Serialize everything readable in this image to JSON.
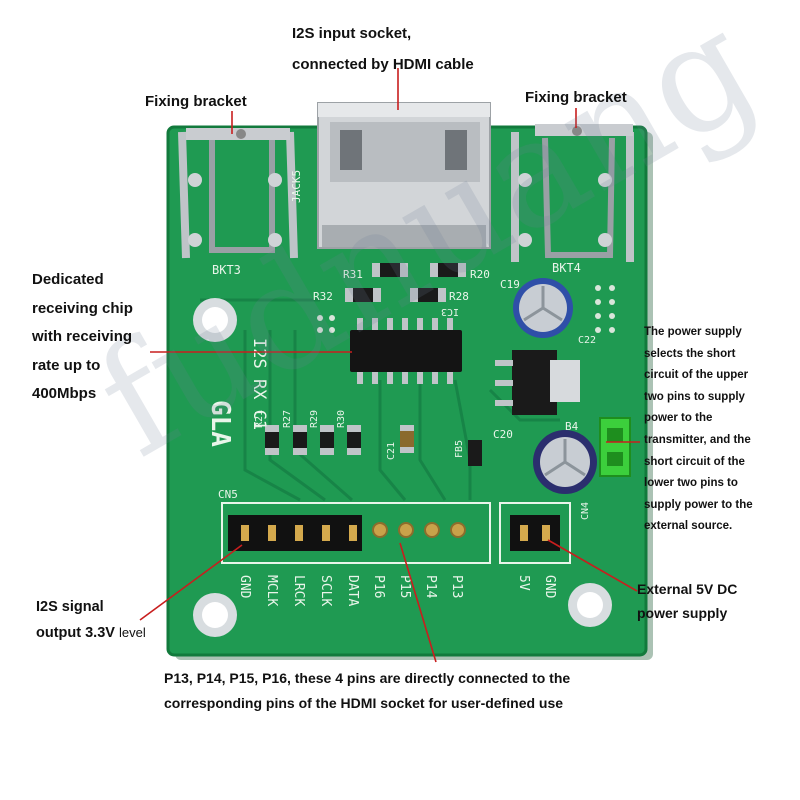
{
  "callouts": {
    "i2s_input": [
      "I2S input socket,",
      "connected by HDMI cable"
    ],
    "fixing_left": "Fixing bracket",
    "fixing_right": "Fixing bracket",
    "chip": [
      "Dedicated",
      "receiving chip",
      "with receiving",
      "rate up to",
      "400Mbps"
    ],
    "power_select": [
      "The power supply",
      "selects the short",
      "circuit of the upper",
      "two pins to supply",
      "power to the",
      "transmitter, and the",
      "short circuit of the",
      "lower two pins to",
      "supply power to the",
      "external source."
    ],
    "ext5v": [
      "External 5V DC",
      "power supply"
    ],
    "i2s_output": {
      "line1": "I2S signal",
      "line2": "output 3.3V",
      "level": "level"
    },
    "pins_note": [
      "P13, P14, P15, P16, these 4 pins are directly connected to the",
      "corresponding pins of the HDMI socket for user-defined use"
    ]
  },
  "silkscreen": {
    "jack": "JACK5",
    "bkt3": "BKT3",
    "bkt4": "BKT4",
    "cn5": "CN5",
    "cn4": "CN4",
    "r31": "R31",
    "r20": "R20",
    "r32": "R32",
    "r28": "R28",
    "ic": "IC3",
    "c19": "C19",
    "c22": "C22",
    "c20": "C20",
    "b4": "B4",
    "fb5": "FB5",
    "c21": "C21",
    "r21": "R21",
    "r27": "R27",
    "r29": "R29",
    "r30": "R30",
    "board_title": "I2S RX C1",
    "brand": "GLA",
    "pin_labels": [
      "GND",
      "MCLK",
      "LRCK",
      "SCLK",
      "DATA",
      "P16",
      "P15",
      "P14",
      "P13"
    ],
    "power_labels": [
      "5V",
      "GND"
    ]
  },
  "watermark": "fudnuang",
  "colors": {
    "pcb": "#1f9a52",
    "pcb_edge": "#127a3c",
    "silkscreen": "#e9f5ea",
    "metal": "#c9ccd0",
    "header_yellow": "#3ccf3c"
  }
}
